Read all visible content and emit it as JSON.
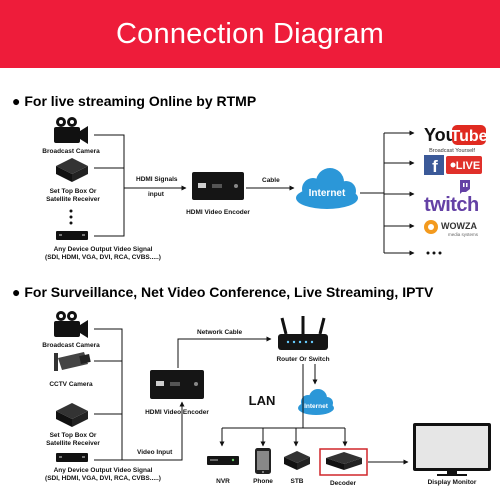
{
  "banner": {
    "title": "Connection Diagram"
  },
  "section1": {
    "heading": "● For live streaming Online by RTMP",
    "labels": {
      "camera": "Broadcast Camera",
      "stb_line1": "Set Top Box Or",
      "stb_line2": "Satellite Receiver",
      "any_line1": "Any Device Output Video Signal",
      "any_line2": "(SDI, HDMI, VGA, DVI, RCA, CVBS.....)",
      "hdmi_signals": "HDMI Signals",
      "input": "input",
      "encoder": "HDMI Video Encoder",
      "cable": "Cable",
      "internet": "Internet"
    },
    "platforms": {
      "youtube_you": "You",
      "youtube_tube": "Tube",
      "youtube_tagline": "Broadcast Yourself",
      "facebook_f": "f",
      "facebook_live": "LIVE",
      "twitch": "twitch",
      "wowza": "WOWZA",
      "wowza_tagline": "media systems"
    }
  },
  "section2": {
    "heading": "● For Surveillance, Net Video Conference, Live Streaming, IPTV",
    "labels": {
      "camera": "Broadcast Camera",
      "cctv": "CCTV Camera",
      "stb_line1": "Set Top Box Or",
      "stb_line2": "Satellite Receiver",
      "any_line1": "Any Device Output Video Signal",
      "any_line2": "(SDI, HDMI, VGA, DVI, RCA, CVBS.....)",
      "network_cable": "Network Cable",
      "encoder": "HDMI Video Encoder",
      "video_input": "Video Input",
      "router": "Router Or Switch",
      "lan": "LAN",
      "internet": "Internet",
      "nvr": "NVR",
      "phone": "Phone",
      "stb": "STB",
      "decoder": "Decoder",
      "display": "Display Monitor"
    }
  },
  "colors": {
    "banner": "#ee1c3a",
    "internet_cloud": "#2b97d8",
    "youtube_red": "#e02a20",
    "facebook_blue": "#3b5998",
    "live_red": "#e0302a",
    "twitch_purple": "#6441a5",
    "wowza_orange": "#f39a1e",
    "decoder_highlight": "#d0262a"
  }
}
